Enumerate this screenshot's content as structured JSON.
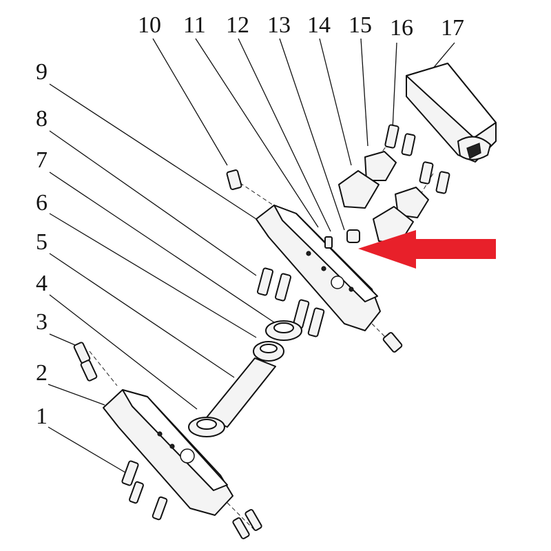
{
  "callouts": [
    {
      "label": "1"
    },
    {
      "label": "2"
    },
    {
      "label": "3"
    },
    {
      "label": "4"
    },
    {
      "label": "5"
    },
    {
      "label": "6"
    },
    {
      "label": "7"
    },
    {
      "label": "8"
    },
    {
      "label": "9"
    },
    {
      "label": "10"
    },
    {
      "label": "11"
    },
    {
      "label": "12"
    },
    {
      "label": "13"
    },
    {
      "label": "14"
    },
    {
      "label": "15"
    },
    {
      "label": "16"
    },
    {
      "label": "17"
    }
  ],
  "colors": {
    "line": "#111111",
    "highlight_arrow": "#e8202a",
    "background": "#ffffff"
  }
}
